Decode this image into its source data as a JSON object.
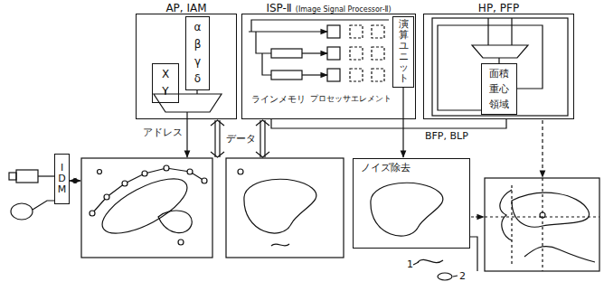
{
  "diagram": {
    "nodes": [
      {
        "text": [
          "AP, IAM"
        ]
      },
      {
        "text": [
          "X Y"
        ],
        "in": 0
      },
      {
        "text": [
          "α β γ δ"
        ],
        "in": 0
      },
      {
        "text": [
          "ISP-Ⅱ",
          "(Image Signal Processor-Ⅱ)"
        ]
      },
      {
        "text": [
          "演算ユニット"
        ],
        "in": 3
      },
      {
        "text": [
          "HP, PFP"
        ]
      },
      {
        "text": [
          "面積 重心 領域"
        ],
        "in": 5
      },
      {
        "text": [
          "IDM"
        ]
      },
      {
        "text": [
          "ノイズ除去"
        ]
      }
    ],
    "edges": [
      {
        "from": 4,
        "to": 8,
        "arrow": "to"
      },
      {
        "from": 3,
        "to": 5,
        "label": "BFP, BLP",
        "arrow": "none"
      }
    ],
    "labels": [
      "アドレス",
      "データ",
      "ラインメモリ",
      "プロセッサエレメント",
      "1",
      "2"
    ]
  }
}
